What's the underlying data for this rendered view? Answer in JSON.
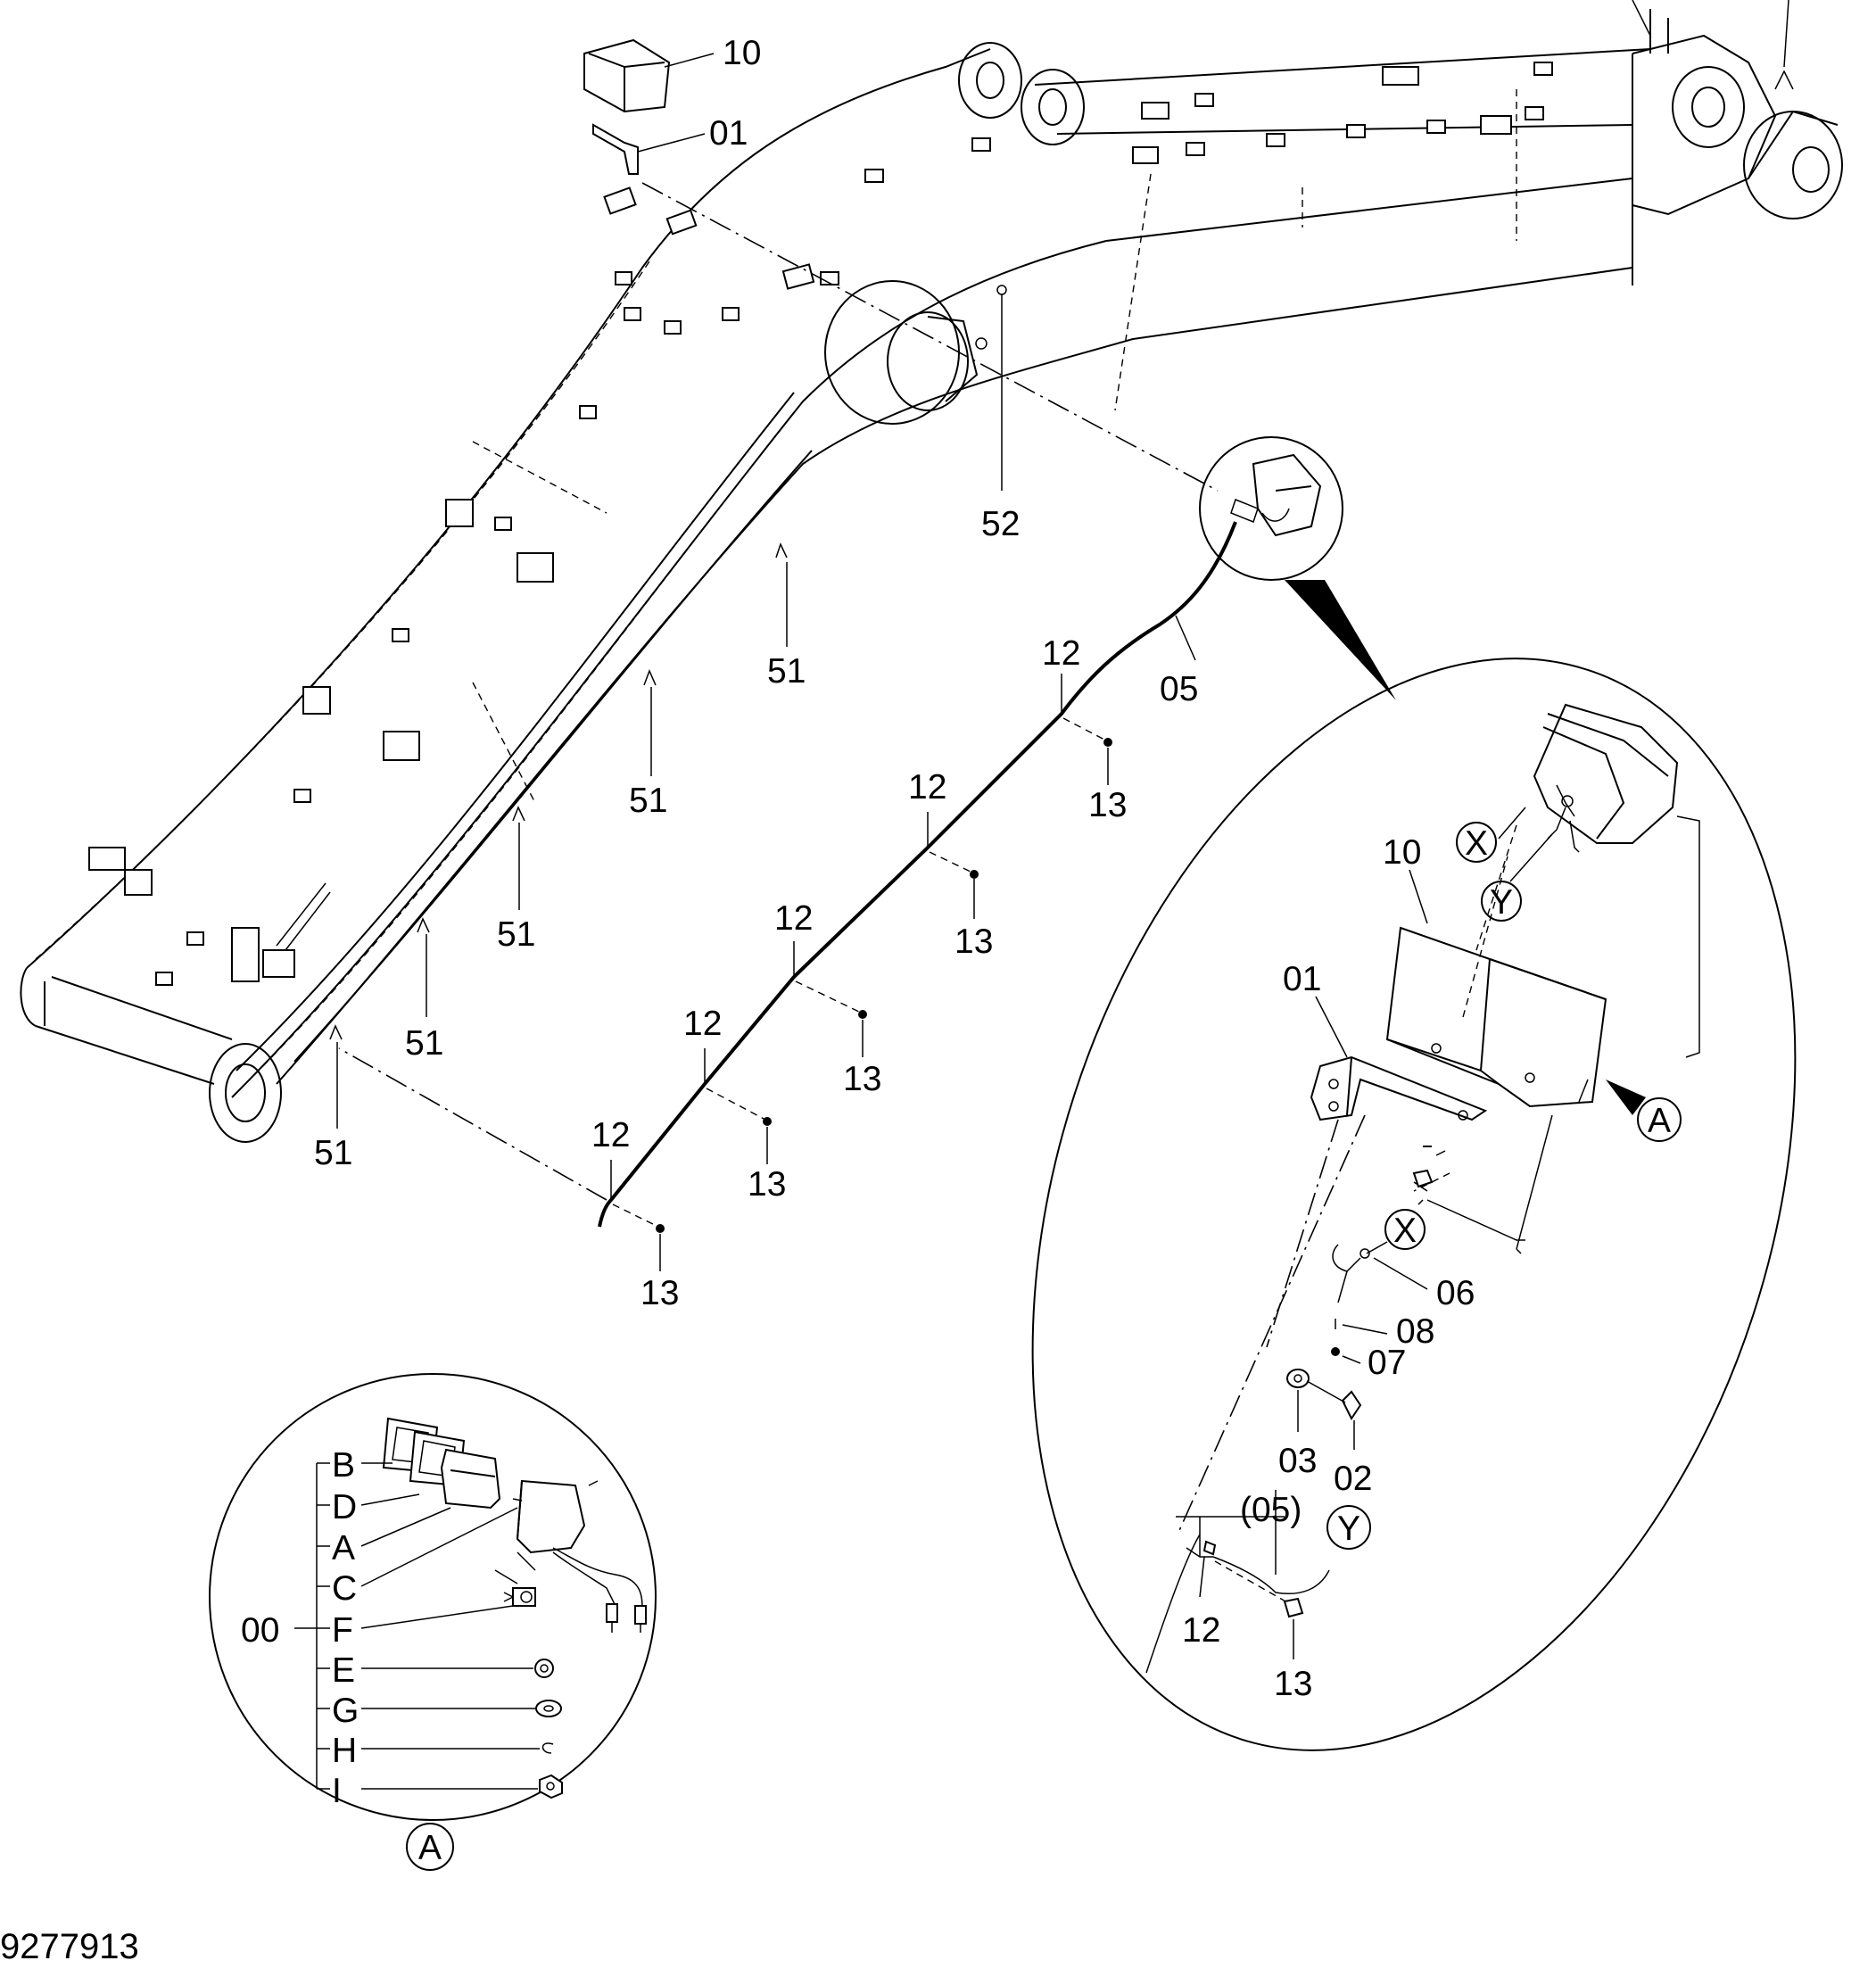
{
  "document_number": "9277913",
  "callouts": {
    "c10_top": "10",
    "c01_top": "01",
    "c52": "52",
    "c05": "05",
    "c12_a": "12",
    "c12_b": "12",
    "c12_c": "12",
    "c12_d": "12",
    "c12_e": "12",
    "c13_a": "13",
    "c13_b": "13",
    "c13_c": "13",
    "c13_d": "13",
    "c13_e": "13",
    "c51_a": "51",
    "c51_b": "51",
    "c51_c": "51",
    "c51_d": "51",
    "c51_e": "51"
  },
  "detail_view": {
    "marker": "A",
    "labels": {
      "x_top": "X",
      "y_top": "Y",
      "c10": "10",
      "c01": "01",
      "x_mid": "X",
      "c06": "06",
      "c08": "08",
      "c07": "07",
      "c03": "03",
      "c02": "02",
      "c05_ref": "(05)",
      "y_bot": "Y",
      "c12": "12",
      "c13": "13"
    }
  },
  "light_assembly": {
    "marker": "A",
    "assembly_number": "00",
    "parts": [
      "B",
      "D",
      "A",
      "C",
      "F",
      "E",
      "G",
      "H",
      "I"
    ]
  }
}
